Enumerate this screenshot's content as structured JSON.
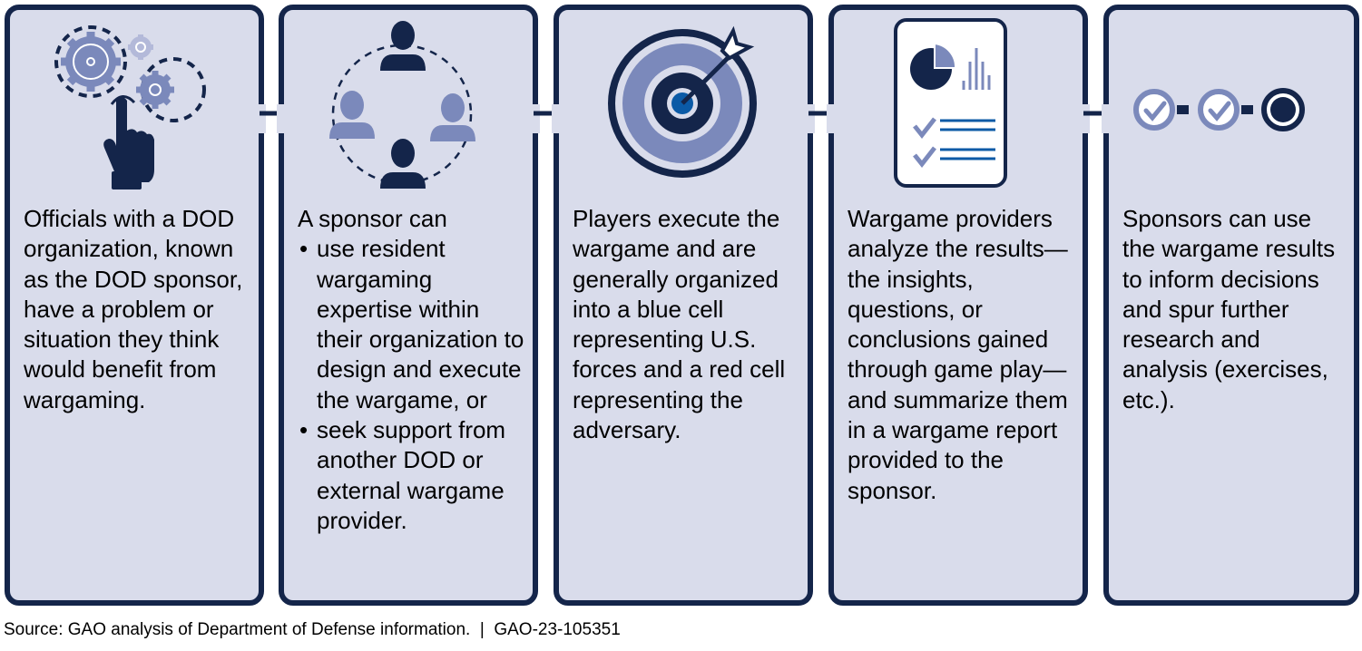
{
  "steps": [
    {
      "text": "Officials with a DOD organization, known as the DOD sponsor, have a problem or situation they think would benefit from wargaming.",
      "icon": "hand-gears-icon"
    },
    {
      "intro": "A sponsor can",
      "bullets": [
        "use resident wargaming expertise within their organization to design and execute the wargame, or",
        "seek support from another DOD or external wargame provider."
      ],
      "icon": "people-circle-icon"
    },
    {
      "text": "Players execute the wargame and are generally organized into a blue cell representing U.S. forces and a red cell representing the adversary.",
      "icon": "target-dart-icon"
    },
    {
      "text": "Wargame providers analyze the results—the insights, questions, or conclusions gained through game play—and summarize them in a wargame report provided to the sponsor.",
      "icon": "report-icon"
    },
    {
      "text": "Sponsors can use the wargame results to inform decisions and spur further research and analysis (exercises, etc.).",
      "icon": "progress-checks-icon"
    }
  ],
  "source": "Source: GAO analysis of Department of Defense information.  |  GAO-23-105351",
  "colors": {
    "dark": "#14254a",
    "mid": "#7b89bb",
    "light": "#b3b9d9",
    "panel": "#d9dceb",
    "blue": "#0b5aa6"
  }
}
